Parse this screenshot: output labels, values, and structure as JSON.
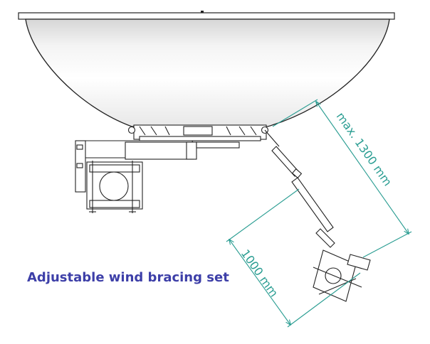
{
  "caption": "Adjustable wind bracing set",
  "dimensions": {
    "long": "max. 1300 mm",
    "short": "1000 mm"
  },
  "colors": {
    "dimension": "#2a9d92",
    "caption": "#3d3fa8",
    "line": "#222222",
    "dish_shade_light": "#ffffff",
    "dish_shade_dark": "#bdbdbd"
  }
}
